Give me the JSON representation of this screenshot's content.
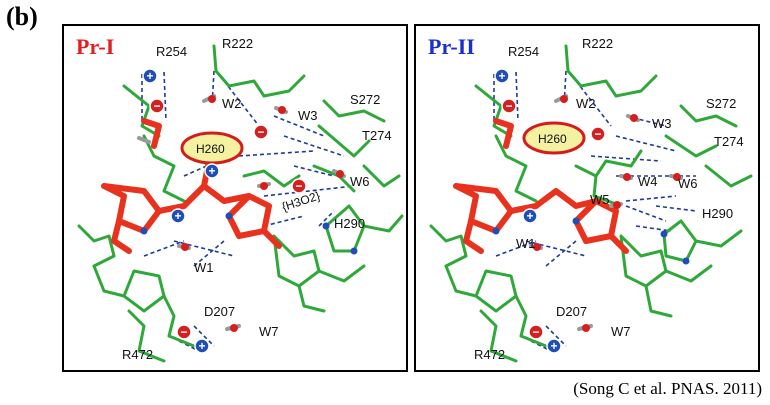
{
  "figure_label": "(b)",
  "panels": [
    {
      "title": "Pr-I",
      "title_color": "#e02020",
      "residues": [
        "R254",
        "R222",
        "W2",
        "W3",
        "S272",
        "T274",
        "H260",
        "W6",
        "H290",
        "W1",
        "D207",
        "W7",
        "R472"
      ],
      "annotation": "{H3O2}"
    },
    {
      "title": "Pr-II",
      "title_color": "#1a2fd0",
      "residues": [
        "R254",
        "R222",
        "W2",
        "S272",
        "W3",
        "T274",
        "H260",
        "W4",
        "W6",
        "W5",
        "H290",
        "W1",
        "D207",
        "W7",
        "R472"
      ]
    }
  ],
  "citation": "(Song C et al. PNAS. 2011)",
  "colors": {
    "carbon_green": "#2fa83a",
    "chromophore_red": "#e8321e",
    "hbond_blue": "#1e3a9a",
    "positive_charge": "#1f4fb5",
    "negative_charge": "#d42020",
    "highlight_ring": "#d41c1c",
    "highlight_fill": "#f4f2a0"
  }
}
